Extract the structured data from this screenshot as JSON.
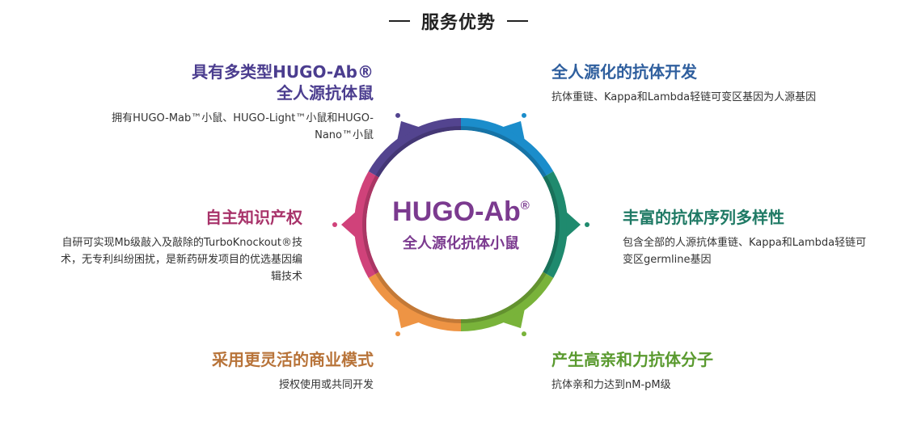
{
  "header": {
    "title": "服务优势"
  },
  "center": {
    "logo": "HUGO-Ab",
    "logo_mark": "®",
    "subtitle": "全人源化抗体小鼠"
  },
  "advantages": {
    "top_left": {
      "title_line1": "具有多类型HUGO-Ab®",
      "title_line2": "全人源抗体鼠",
      "desc_line1": "拥有HUGO-Mab™小鼠、HUGO-Light™小鼠和HUGO-",
      "desc_line2": "Nano™小鼠",
      "color": "#4b3d8f"
    },
    "top_right": {
      "title": "全人源化的抗体开发",
      "desc": "抗体重链、Kappa和Lambda轻链可变区基因为人源基因",
      "color": "#2f5f9e"
    },
    "mid_left": {
      "title": "自主知识产权",
      "desc_line1": "自研可实现Mb级敲入及敲除的TurboKnockout®技",
      "desc_line2": "术，无专利纠纷困扰，是新药研发项目的优选基因编",
      "desc_line3": "辑技术",
      "color": "#a8336a"
    },
    "mid_right": {
      "title": "丰富的抗体序列多样性",
      "desc_line1": "包含全部的人源抗体重链、Kappa和Lambda轻链可",
      "desc_line2": "变区germline基因",
      "color": "#1f7a65"
    },
    "bottom_left": {
      "title": "采用更灵活的商业模式",
      "desc": "授权使用或共同开发",
      "color": "#b8743a"
    },
    "bottom_right": {
      "title": "产生高亲和力抗体分子",
      "desc": "抗体亲和力达到nM-pM级",
      "color": "#5a9a2f"
    }
  },
  "ring_colors": {
    "top_left": "#53448f",
    "top_right": "#1b8dcb",
    "right": "#1f8a6e",
    "bottom_right": "#79b33a",
    "bottom_left": "#ee9444",
    "left": "#d0427a",
    "center_text": "#7b3a8f"
  }
}
